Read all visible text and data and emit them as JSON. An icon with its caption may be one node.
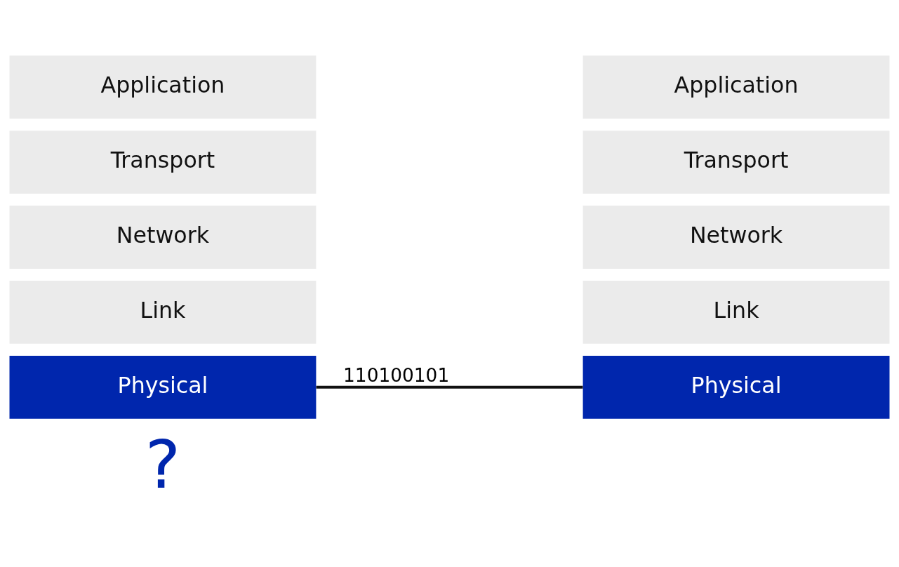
{
  "diagram": {
    "nodes": [
      {
        "text": [
          "Application"
        ]
      },
      {
        "text": [
          "Transport"
        ]
      },
      {
        "text": [
          "Network"
        ]
      },
      {
        "text": [
          "Link"
        ]
      },
      {
        "text": [
          "Physical"
        ]
      },
      {
        "text": [
          "Application"
        ]
      },
      {
        "text": [
          "Transport"
        ]
      },
      {
        "text": [
          "Network"
        ]
      },
      {
        "text": [
          "Link"
        ]
      },
      {
        "text": [
          "Physical"
        ]
      }
    ],
    "edges": [
      {
        "from": 4,
        "to": 9,
        "arrow": "none",
        "label": "110100101"
      }
    ],
    "labels": [
      "?"
    ]
  }
}
